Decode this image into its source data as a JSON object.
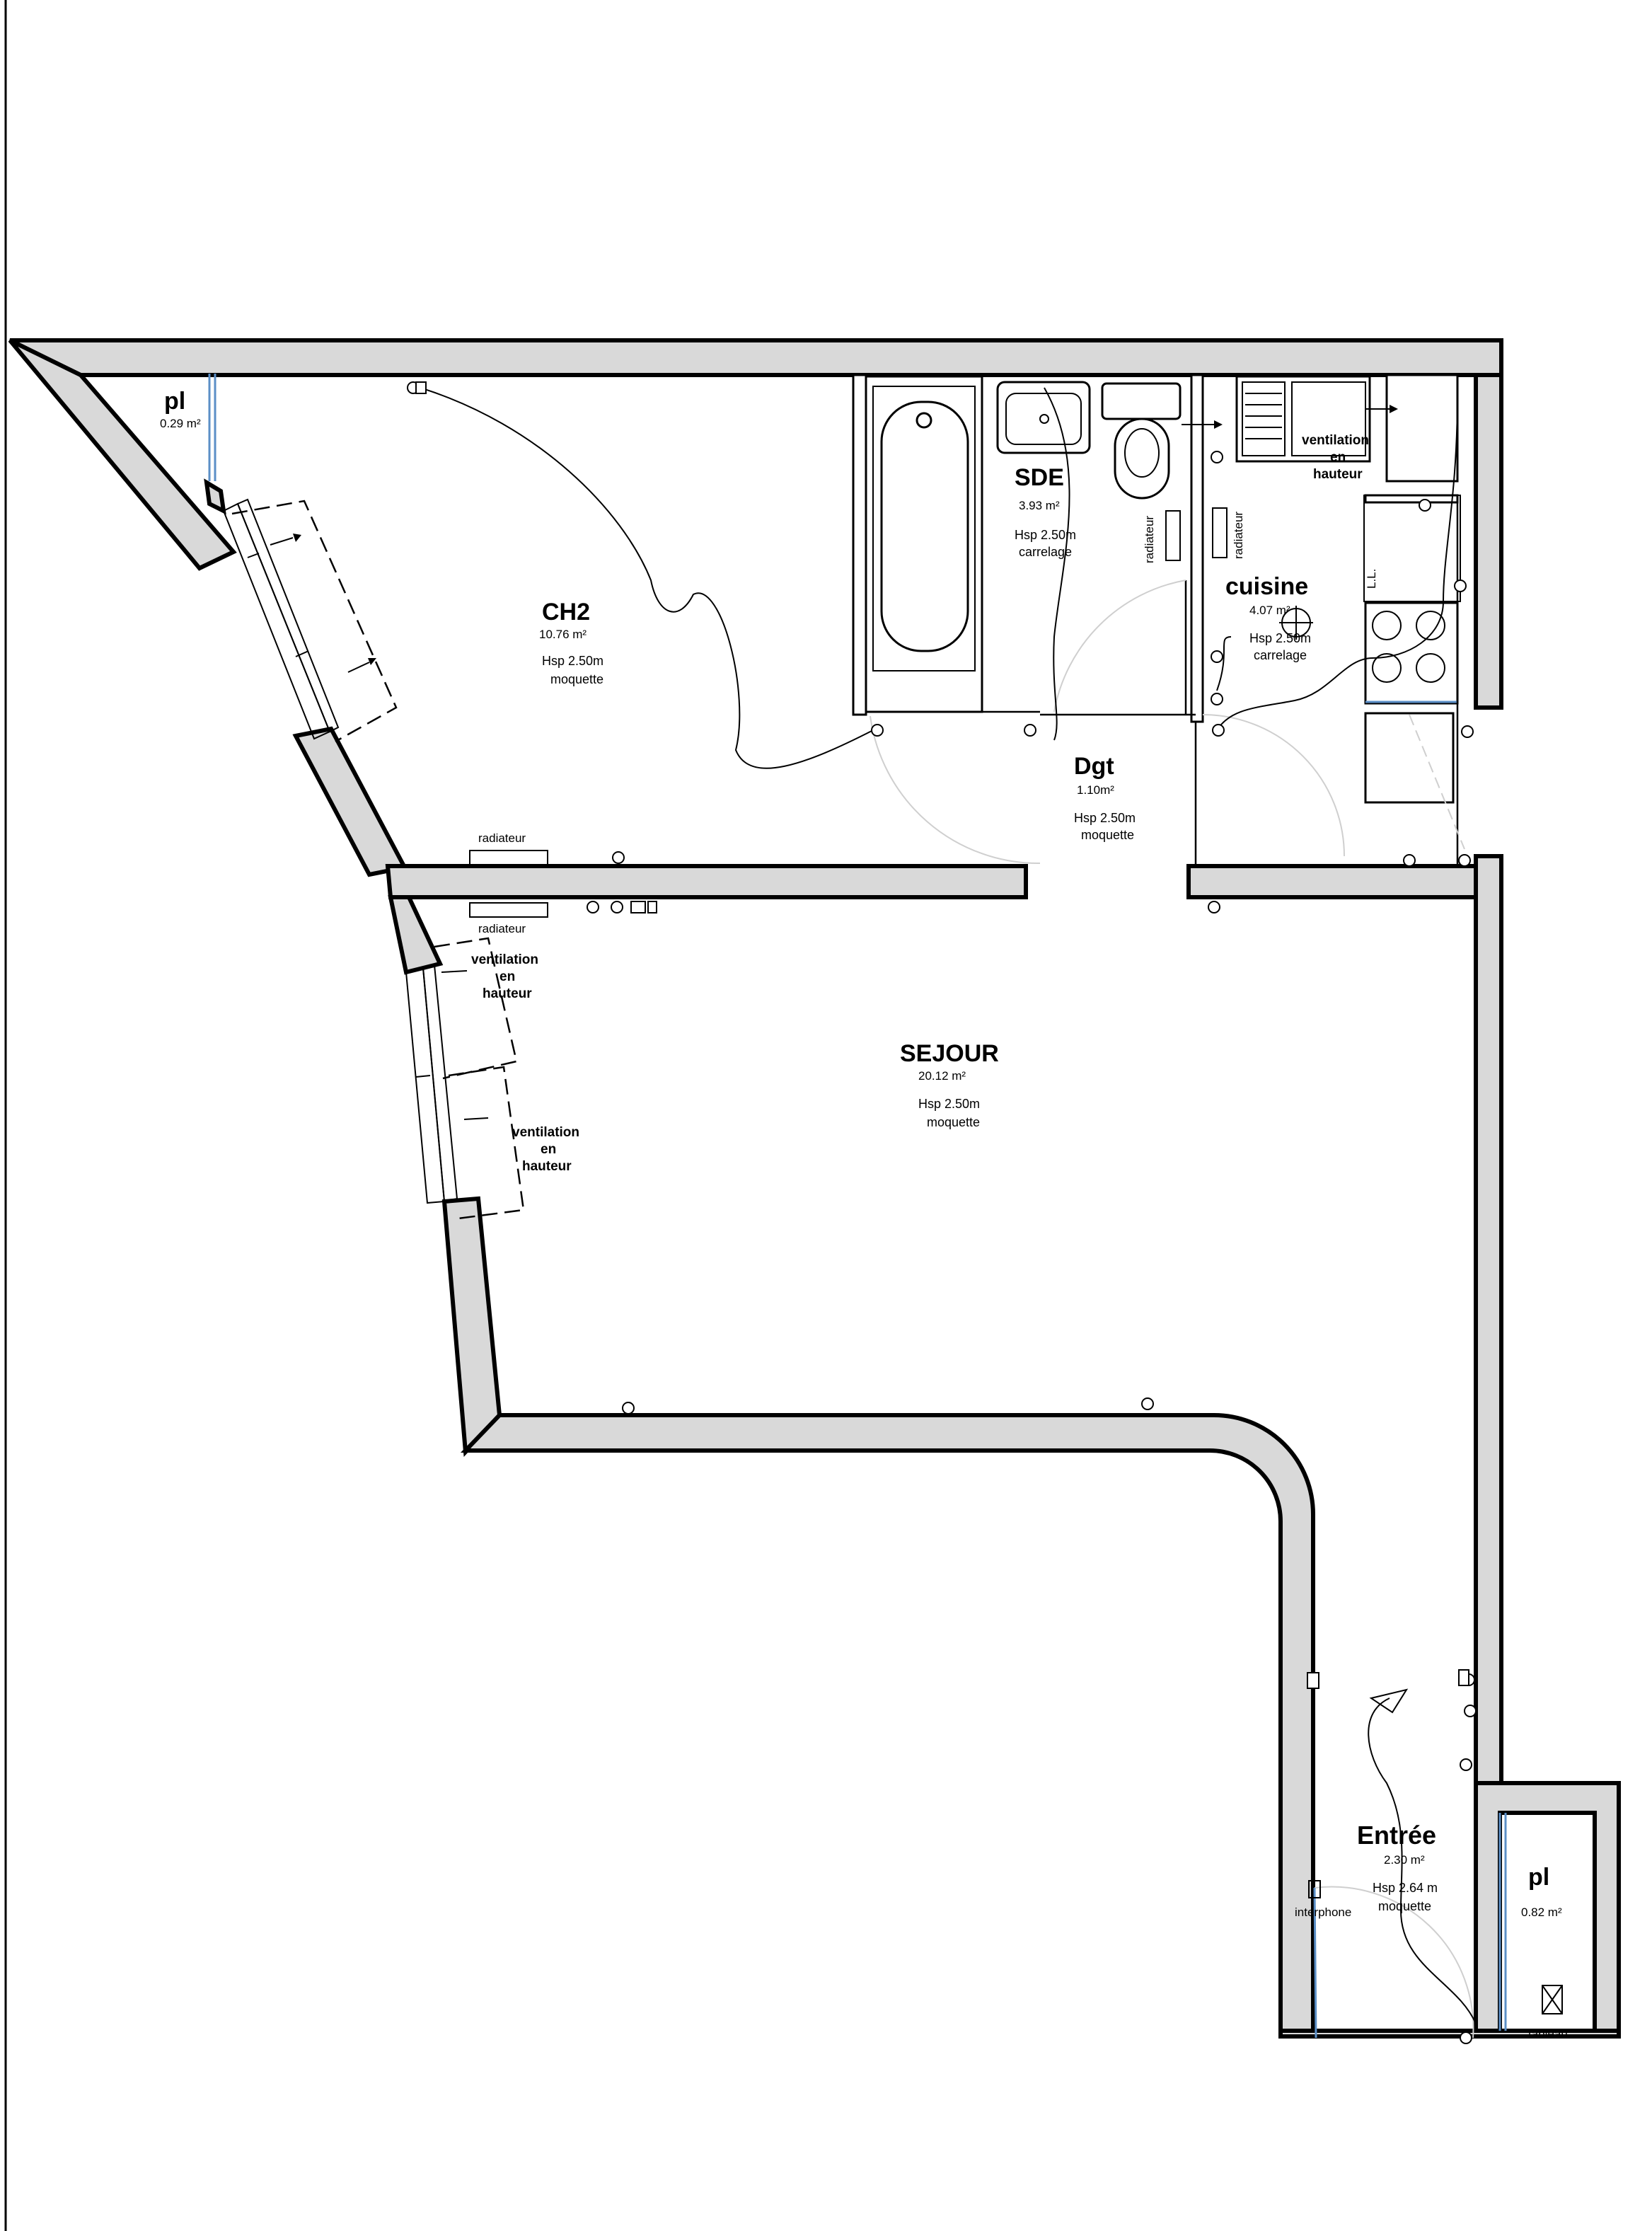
{
  "rooms": {
    "ch2": {
      "name": "CH2",
      "area": "10.76 m²",
      "hsp": "Hsp  2.50m",
      "floor": "moquette"
    },
    "pl_top": {
      "name": "pl",
      "area": "0.29 m²"
    },
    "sde": {
      "name": "SDE",
      "area": "3.93 m²",
      "hsp": "Hsp  2.50m",
      "floor": "carrelage"
    },
    "cuisine": {
      "name": "cuisine",
      "area": "4.07 m²",
      "hsp": "Hsp  2.50m",
      "floor": "carrelage"
    },
    "dgt": {
      "name": "Dgt",
      "area": "1.10m²",
      "hsp": "Hsp  2.50m",
      "floor": "moquette"
    },
    "sejour": {
      "name": "SEJOUR",
      "area": "20.12 m²",
      "hsp": "Hsp  2.50m",
      "floor": "moquette"
    },
    "entree": {
      "name": "Entrée",
      "area": "2.30 m²",
      "hsp": "Hsp 2.64 m",
      "floor": "moquette"
    },
    "pl_bottom": {
      "name": "pl",
      "area": "0.82 m²"
    }
  },
  "labels": {
    "radiateur": "radiateur",
    "ventilation_line1": "ventilation",
    "ventilation_line2": "en",
    "ventilation_line3": "hauteur",
    "ll": "L.L.",
    "interphone": "interphone",
    "tableau": "tableau"
  },
  "colors": {
    "wall_fill": "#d9d9d9",
    "glazing": "#5b8fc7",
    "door_swing": "#cfcfcf"
  }
}
